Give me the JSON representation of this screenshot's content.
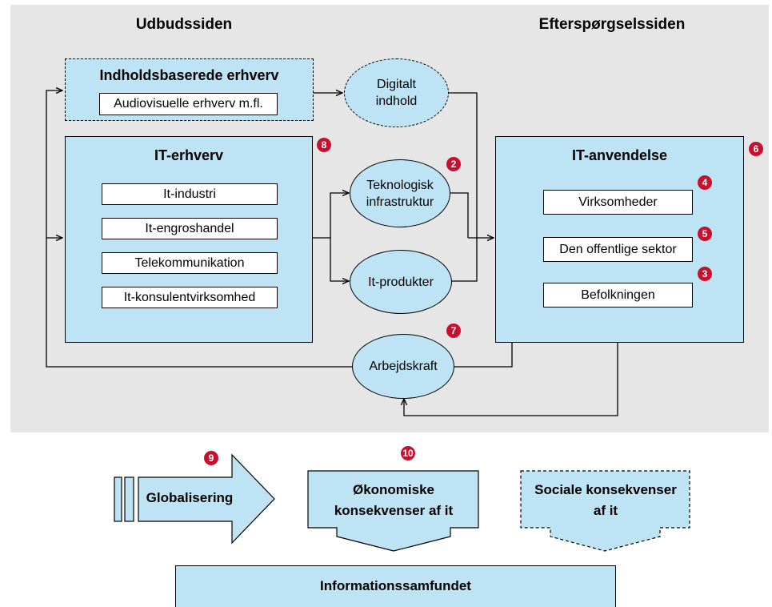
{
  "headers": {
    "supply": "Udbudssiden",
    "demand": "Efterspørgselssiden"
  },
  "content_industries": {
    "title": "Indholdsbaserede erhverv",
    "item": "Audiovisuelle erhverv m.fl."
  },
  "it_industries": {
    "title": "IT-erhverv",
    "badge": "8",
    "items": [
      "It-industri",
      "It-engroshandel",
      "Telekommunikation",
      "It-konsulentvirksomhed"
    ]
  },
  "digital_content": {
    "label": "Digitalt indhold"
  },
  "tech_infra": {
    "label": "Teknologisk infrastruktur",
    "badge": "2"
  },
  "it_products": {
    "label": "It-produkter"
  },
  "labour": {
    "label": "Arbejdskraft",
    "badge": "7"
  },
  "it_use": {
    "title": "IT-anvendelse",
    "badge": "6",
    "items": [
      {
        "label": "Virksomheder",
        "badge": "4"
      },
      {
        "label": "Den offentlige sektor",
        "badge": "5"
      },
      {
        "label": "Befolkningen",
        "badge": "3"
      }
    ]
  },
  "globalisation": {
    "label": "Globalisering",
    "badge": "9"
  },
  "economic": {
    "label": "Økonomiske konsekvenser af it",
    "badge": "10"
  },
  "social": {
    "label": "Sociale konsekvenser af it"
  },
  "society": {
    "label": "Informationssamfundet"
  },
  "colors": {
    "box_fill": "#bde3f4",
    "panel_bg": "#e6e6e6",
    "badge": "#c8102e"
  }
}
